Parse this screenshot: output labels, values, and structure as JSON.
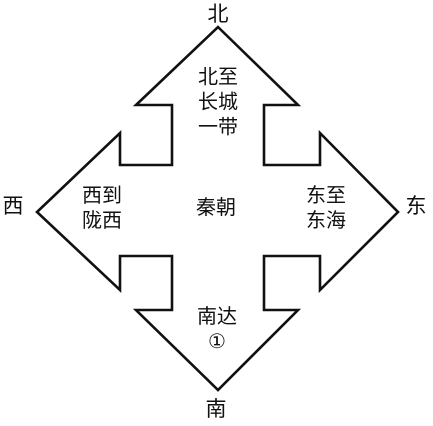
{
  "diagram": {
    "compass": {
      "north": "北",
      "south": "南",
      "east": "东",
      "west": "西"
    },
    "center": "秦朝",
    "arrows": {
      "north": [
        "北至",
        "长城",
        "一带"
      ],
      "east": [
        "东至",
        "东海"
      ],
      "west": [
        "西到",
        "陇西"
      ],
      "south": [
        "南达",
        "①"
      ]
    },
    "colors": {
      "stroke": "#111111",
      "fill": "#ffffff",
      "text": "#111111"
    }
  }
}
